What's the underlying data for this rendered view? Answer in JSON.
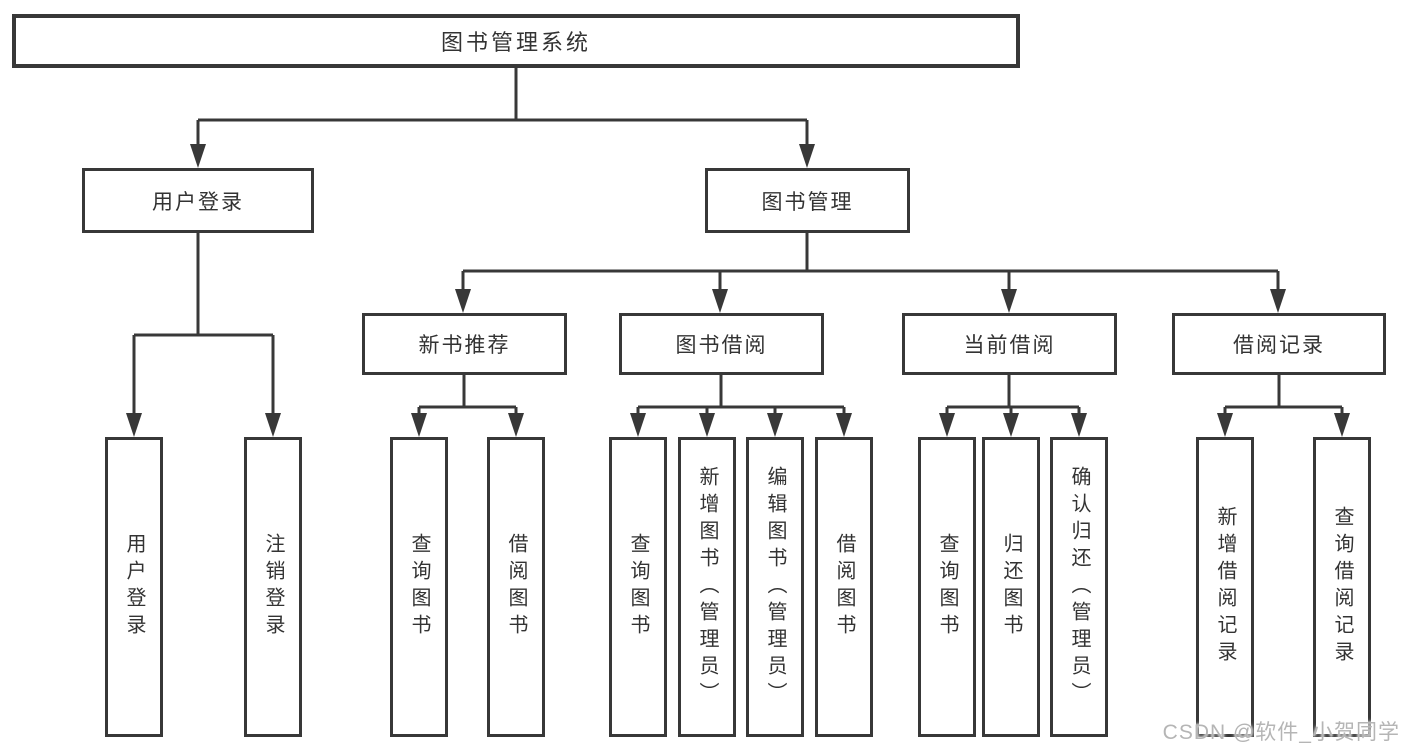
{
  "diagram": {
    "root": {
      "label": "图书管理系统"
    },
    "branches": [
      {
        "label": "用户登录",
        "leaves": [
          "用户登录",
          "注销登录"
        ]
      },
      {
        "label": "图书管理",
        "groups": [
          {
            "label": "新书推荐",
            "leaves": [
              "查询图书",
              "借阅图书"
            ]
          },
          {
            "label": "图书借阅",
            "leaves": [
              "查询图书",
              "新增图书（管理员）",
              "编辑图书（管理员）",
              "借阅图书"
            ]
          },
          {
            "label": "当前借阅",
            "leaves": [
              "查询图书",
              "归还图书",
              "确认归还（管理员）"
            ]
          },
          {
            "label": "借阅记录",
            "leaves": [
              "新增借阅记录",
              "查询借阅记录"
            ]
          }
        ]
      }
    ]
  },
  "watermark": {
    "text": "CSDN @软件_小贺同学"
  },
  "colors": {
    "line": "#383838",
    "text": "#333333",
    "watermark": "#b5b5b5",
    "background": "#ffffff"
  }
}
